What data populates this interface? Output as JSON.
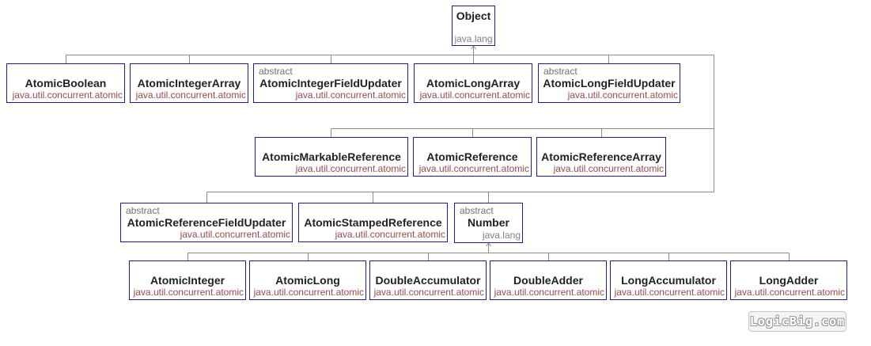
{
  "diagram": {
    "root": {
      "name": "Object",
      "package": "java.lang"
    },
    "classes": [
      {
        "id": "atomicboolean",
        "name": "AtomicBoolean",
        "package": "java.util.concurrent.atomic",
        "modifier": "",
        "parent": "Object"
      },
      {
        "id": "atomicintegerarray",
        "name": "AtomicIntegerArray",
        "package": "java.util.concurrent.atomic",
        "modifier": "",
        "parent": "Object"
      },
      {
        "id": "atomicintegerfieldupdater",
        "name": "AtomicIntegerFieldUpdater",
        "package": "java.util.concurrent.atomic",
        "modifier": "abstract",
        "parent": "Object"
      },
      {
        "id": "atomiclongarray",
        "name": "AtomicLongArray",
        "package": "java.util.concurrent.atomic",
        "modifier": "",
        "parent": "Object"
      },
      {
        "id": "atomiclongfieldupdater",
        "name": "AtomicLongFieldUpdater",
        "package": "java.util.concurrent.atomic",
        "modifier": "abstract",
        "parent": "Object"
      },
      {
        "id": "atomicmarkablereference",
        "name": "AtomicMarkableReference",
        "package": "java.util.concurrent.atomic",
        "modifier": "",
        "parent": "Object"
      },
      {
        "id": "atomicreference",
        "name": "AtomicReference",
        "package": "java.util.concurrent.atomic",
        "modifier": "",
        "parent": "Object"
      },
      {
        "id": "atomicreferencearray",
        "name": "AtomicReferenceArray",
        "package": "java.util.concurrent.atomic",
        "modifier": "",
        "parent": "Object"
      },
      {
        "id": "atomicreferencefieldupdater",
        "name": "AtomicReferenceFieldUpdater",
        "package": "java.util.concurrent.atomic",
        "modifier": "abstract",
        "parent": "Object"
      },
      {
        "id": "atomicstampedreference",
        "name": "AtomicStampedReference",
        "package": "java.util.concurrent.atomic",
        "modifier": "",
        "parent": "Object"
      },
      {
        "id": "number",
        "name": "Number",
        "package": "java.lang",
        "modifier": "abstract",
        "parent": "Object"
      },
      {
        "id": "atomicinteger",
        "name": "AtomicInteger",
        "package": "java.util.concurrent.atomic",
        "modifier": "",
        "parent": "Number"
      },
      {
        "id": "atomiclong",
        "name": "AtomicLong",
        "package": "java.util.concurrent.atomic",
        "modifier": "",
        "parent": "Number"
      },
      {
        "id": "doubleaccumulator",
        "name": "DoubleAccumulator",
        "package": "java.util.concurrent.atomic",
        "modifier": "",
        "parent": "Number"
      },
      {
        "id": "doubleadder",
        "name": "DoubleAdder",
        "package": "java.util.concurrent.atomic",
        "modifier": "",
        "parent": "Number"
      },
      {
        "id": "longaccumulator",
        "name": "LongAccumulator",
        "package": "java.util.concurrent.atomic",
        "modifier": "",
        "parent": "Number"
      },
      {
        "id": "longadder",
        "name": "LongAdder",
        "package": "java.util.concurrent.atomic",
        "modifier": "",
        "parent": "Number"
      }
    ]
  },
  "logo": {
    "text": "LogicBig.com"
  },
  "colors": {
    "box_border": "#1c1c8c",
    "connector": "#8c8c8c",
    "class_name": "#222222",
    "package": "#9a4a4a",
    "modifier": "#707070"
  }
}
